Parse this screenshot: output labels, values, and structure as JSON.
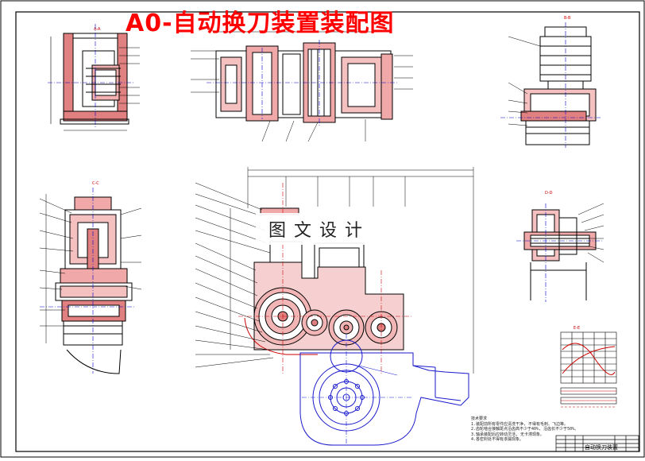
{
  "drawing": {
    "title": "A0-自动换刀装置装配图",
    "watermark": "图文设计",
    "section_labels": [
      "A-A",
      "B-B",
      "C-C",
      "D-D",
      "E-E"
    ],
    "notes_heading": "技术要求",
    "notes": [
      "1.装配前所有零件应清洗干净, 不得有毛刺、飞边等。",
      "2.齿轮啮合接触斑点沿齿高不少于40%, 沿齿长不少于50%。",
      "3.轴承装配后应转动灵活, 无卡滞现象。",
      "4.各密封处不得有渗漏现象。"
    ],
    "title_block": {
      "name": "自动换刀装置"
    },
    "colors": {
      "title": "#ff0000",
      "outline": "#000000",
      "section": "#ff0000",
      "center": "#0000cc",
      "hatch": "#cc0000"
    }
  }
}
